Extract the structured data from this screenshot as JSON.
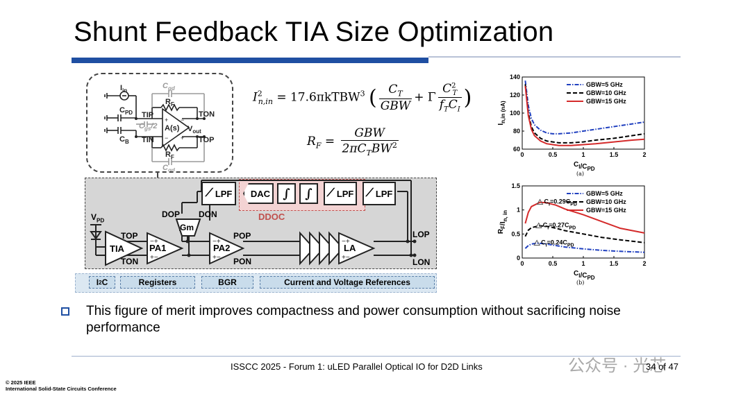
{
  "title": "Shunt Feedback TIA Size Optimization",
  "inset_circuit": {
    "labels": {
      "iin": "I",
      "iin_sub": "in",
      "cpd": "C",
      "cpd_sub": "PD",
      "cb": "C",
      "cb_sub": "B",
      "cgs": "C",
      "cgs_sub": "gs",
      "cgs_tail": "/2",
      "cgd": "C",
      "cgd_sub": "gd",
      "rf": "R",
      "rf_sub": "F",
      "tip": "TIP",
      "tin": "TIN",
      "ton": "TON",
      "top": "TOP",
      "amp": "A(s)",
      "vout": "V",
      "vout_sub": "out"
    }
  },
  "equations": {
    "eq1": {
      "lhs_base": "I",
      "lhs_sup": "2",
      "lhs_sub": "n,in",
      "coef": "= 17.6πkTBW",
      "coef_sup": "3",
      "f1_num": "C",
      "f1_num_sub": "T",
      "f1_den": "GBW",
      "plus": "+ Γ",
      "f2_num": "C",
      "f2_num_sub": "T",
      "f2_num_sup": "2",
      "f2_den_a": "f",
      "f2_den_a_sub": "T",
      "f2_den_b": "C",
      "f2_den_b_sub": "I"
    },
    "eq2": {
      "lhs": "R",
      "lhs_sub": "F",
      "eq": "=",
      "num": "GBW",
      "den_a": "2πC",
      "den_a_sub": "T",
      "den_b": "BW",
      "den_b_sup": "2"
    }
  },
  "block_diagram": {
    "vpd": "V",
    "vpd_sub": "PD",
    "tia": "TIA",
    "pa1": "PA1",
    "pa2": "PA2",
    "la": "LA",
    "gm": "Gm",
    "lpf1": "LPF",
    "dac": "DAC",
    "lpf2": "LPF",
    "lpf3": "LPF",
    "ddoc": "DDOC",
    "dop": "DOP",
    "don": "DON",
    "top": "TOP",
    "ton": "TON",
    "pop": "POP",
    "pon": "PON",
    "lop": "LOP",
    "lon": "LON"
  },
  "bottom_blocks": {
    "i2c_base": "I",
    "i2c_sup": "2",
    "i2c_tail": "C",
    "registers": "Registers",
    "bgr": "BGR",
    "refs": "Current and Voltage References"
  },
  "chart_data": [
    {
      "type": "line",
      "panel_label": "(a)",
      "xlabel": "C_I/C_PD",
      "ylabel": "I_n,in (nA)",
      "xlim": [
        0,
        2
      ],
      "ylim": [
        60,
        140
      ],
      "xticks": [
        "0",
        "0.5",
        "1",
        "1.5",
        "2"
      ],
      "yticks": [
        "60",
        "80",
        "100",
        "120",
        "140"
      ],
      "legend_position": "top-right",
      "series": [
        {
          "name": "GBW=5 GHz",
          "color": "#1f3fbf",
          "dash": "dash-dot",
          "x": [
            0.05,
            0.1,
            0.15,
            0.2,
            0.3,
            0.4,
            0.5,
            0.6,
            0.8,
            1.0,
            1.2,
            1.5,
            1.8,
            2.0
          ],
          "y": [
            136,
            108,
            94,
            87,
            81,
            78,
            77,
            77,
            78,
            80,
            82,
            85,
            88,
            90
          ]
        },
        {
          "name": "GBW=10 GHz",
          "color": "#000000",
          "dash": "dashed",
          "x": [
            0.05,
            0.1,
            0.15,
            0.2,
            0.3,
            0.4,
            0.5,
            0.6,
            0.8,
            1.0,
            1.2,
            1.5,
            1.8,
            2.0
          ],
          "y": [
            132,
            100,
            85,
            78,
            72,
            69,
            68,
            67,
            67,
            68,
            70,
            72,
            75,
            77
          ]
        },
        {
          "name": "GBW=15 GHz",
          "color": "#d42a2a",
          "dash": "solid",
          "x": [
            0.05,
            0.1,
            0.15,
            0.2,
            0.3,
            0.4,
            0.5,
            0.6,
            0.8,
            1.0,
            1.2,
            1.5,
            1.8,
            2.0
          ],
          "y": [
            130,
            97,
            82,
            75,
            69,
            66,
            65,
            64,
            64,
            65,
            66,
            68,
            70,
            71
          ]
        }
      ]
    },
    {
      "type": "line",
      "panel_label": "(b)",
      "xlabel": "C_I/C_PD",
      "ylabel": "R_F/I_n, in",
      "xlim": [
        0,
        2
      ],
      "ylim": [
        0,
        1.5
      ],
      "xticks": [
        "0",
        "0.5",
        "1",
        "1.5",
        "2"
      ],
      "yticks": [
        "0",
        "0.5",
        "1",
        "1.5"
      ],
      "legend_position": "top-right",
      "annotations": [
        {
          "text": "C",
          "sub": "I",
          "tail": "=0.29C",
          "tail_sub": "PD",
          "x": 0.29,
          "y": 1.16
        },
        {
          "text": "C",
          "sub": "I",
          "tail": "=0.27C",
          "tail_sub": "PD",
          "x": 0.27,
          "y": 0.67
        },
        {
          "text": "C",
          "sub": "I",
          "tail": "=0.24C",
          "tail_sub": "PD",
          "x": 0.24,
          "y": 0.31
        }
      ],
      "series": [
        {
          "name": "GBW=5 GHz",
          "color": "#1f3fbf",
          "dash": "dash-dot",
          "x": [
            0.05,
            0.1,
            0.15,
            0.24,
            0.35,
            0.5,
            0.7,
            1.0,
            1.3,
            1.6,
            2.0
          ],
          "y": [
            0.2,
            0.26,
            0.29,
            0.31,
            0.3,
            0.27,
            0.23,
            0.19,
            0.16,
            0.14,
            0.12
          ]
        },
        {
          "name": "GBW=10 GHz",
          "color": "#000000",
          "dash": "dashed",
          "x": [
            0.05,
            0.1,
            0.15,
            0.27,
            0.4,
            0.55,
            0.7,
            1.0,
            1.3,
            1.6,
            2.0
          ],
          "y": [
            0.45,
            0.58,
            0.63,
            0.67,
            0.66,
            0.62,
            0.57,
            0.5,
            0.43,
            0.38,
            0.32
          ]
        },
        {
          "name": "GBW=15 GHz",
          "color": "#d42a2a",
          "dash": "solid",
          "x": [
            0.05,
            0.1,
            0.15,
            0.29,
            0.4,
            0.55,
            0.7,
            1.0,
            1.3,
            1.6,
            2.0
          ],
          "y": [
            0.72,
            0.95,
            1.07,
            1.16,
            1.15,
            1.1,
            1.02,
            0.9,
            0.76,
            0.62,
            0.52
          ]
        }
      ]
    }
  ],
  "bullet": "This figure of merit improves compactness and power consumption without sacrificing noise performance",
  "footer": {
    "center": "ISSCC 2025 - Forum 1: uLED Parallel Optical IO for D2D Links",
    "page": "34 of 47",
    "watermark": "公众号 · 光芯",
    "copyright_line1": "© 2025 IEEE",
    "copyright_line2": "International Solid-State Circuits Conference"
  }
}
